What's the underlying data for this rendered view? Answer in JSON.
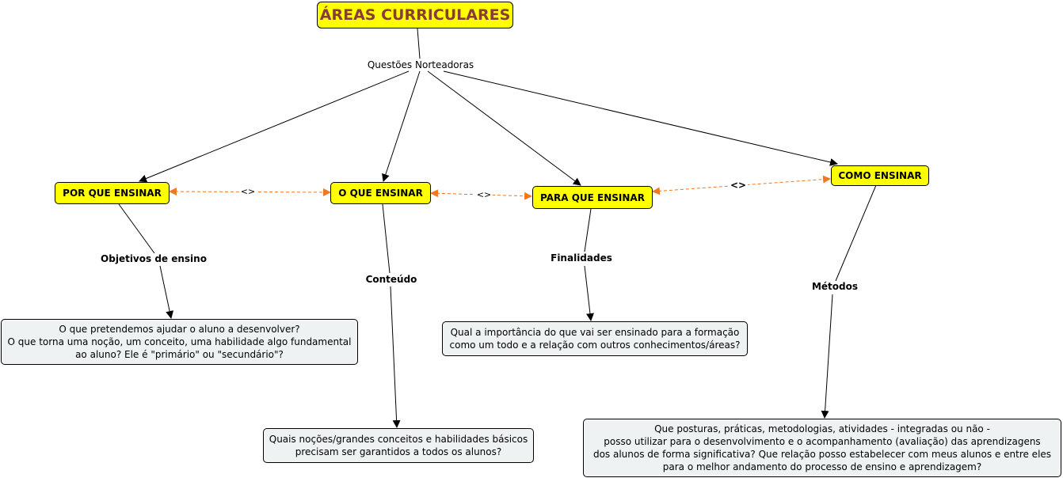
{
  "title": "ÁREAS CURRICULARES",
  "root_link_label": "Questões Norteadoras",
  "concepts": {
    "por_que": "POR QUE ENSINAR",
    "o_que": "O QUE ENSINAR",
    "para_que": "PARA QUE ENSINAR",
    "como": "COMO ENSINAR"
  },
  "cross_labels": [
    "<>",
    "<>",
    "<>"
  ],
  "link_labels": {
    "objetivos": "Objetivos de ensino",
    "conteudo": "Conteúdo",
    "finalidades": "Finalidades",
    "metodos": "Métodos"
  },
  "details": {
    "objetivos": "O que pretendemos ajudar o aluno a desenvolver?\nO que torna uma noção, um conceito, uma habilidade algo fundamental\nao aluno? Ele é \"primário\" ou \"secundário\"?",
    "conteudo": "Quais noções/grandes conceitos e habilidades básicos\nprecisam ser garantidos a todos os alunos?",
    "finalidades": "Qual a importância do que vai ser ensinado para a formação\ncomo um todo e a relação com outros conhecimentos/áreas?",
    "metodos": "Que posturas, práticas, metodologias, atividades - integradas ou não -\nposso utilizar para o desenvolvimento e o acompanhamento (avaliação) das aprendizagens\ndos alunos de forma significativa? Que relação posso estabelecer com meus alunos e entre eles\npara o melhor andamento do processo de ensino e aprendizagem?"
  },
  "colors": {
    "concept_fill": "#ffff00",
    "title_text": "#8b3a3a",
    "detail_fill": "#eef2f3",
    "cross_link": "#f07820"
  }
}
